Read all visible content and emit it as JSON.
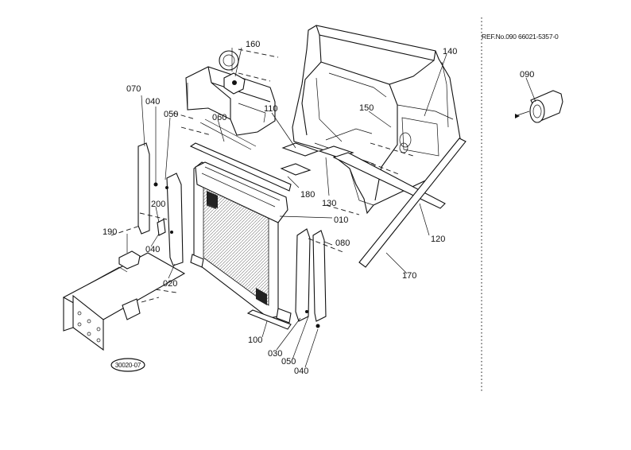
{
  "reference": "REF.No.090  66021-5357-0",
  "stamp": "30020-07",
  "parts": {
    "p010": "010",
    "p020": "020",
    "p030": "030",
    "p040a": "040",
    "p040b": "040",
    "p040c": "040",
    "p050a": "050",
    "p050b": "050",
    "p060": "060",
    "p070": "070",
    "p080": "080",
    "p090": "090",
    "p100": "100",
    "p110": "110",
    "p120": "120",
    "p130": "130",
    "p140": "140",
    "p150": "150",
    "p160": "160",
    "p170": "170",
    "p180": "180",
    "p190": "190",
    "p200": "200"
  }
}
